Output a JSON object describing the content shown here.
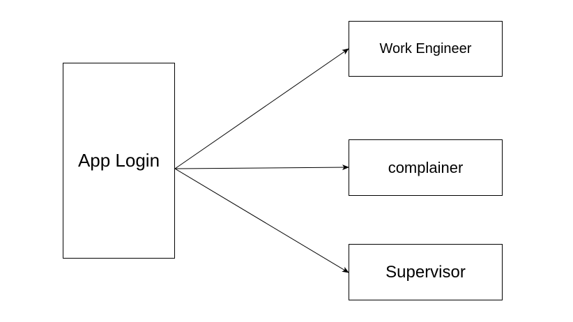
{
  "diagram": {
    "source": {
      "label": "App Login"
    },
    "targets": [
      {
        "label": "Work Engineer"
      },
      {
        "label": "complainer"
      },
      {
        "label": "Supervisor"
      }
    ],
    "edges": [
      {
        "from": "App Login",
        "to": "Work Engineer"
      },
      {
        "from": "App Login",
        "to": "complainer"
      },
      {
        "from": "App Login",
        "to": "Supervisor"
      }
    ],
    "colors": {
      "stroke": "#000000",
      "background": "#ffffff",
      "text": "#000000"
    }
  }
}
